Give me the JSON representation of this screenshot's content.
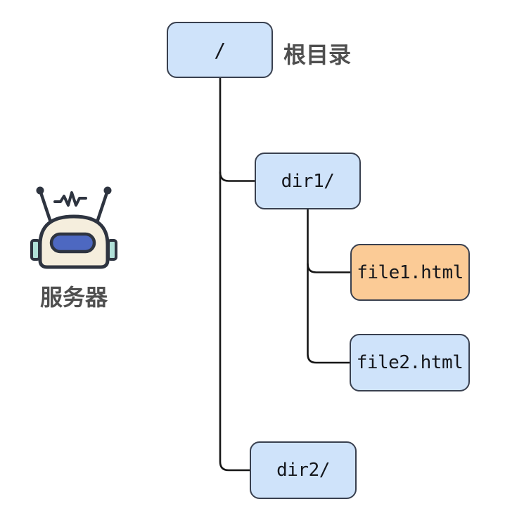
{
  "diagram_type": "file-system-tree",
  "server": {
    "label": "服务器",
    "icon": "robot-server-icon"
  },
  "tree": {
    "root": {
      "label": "/",
      "annotation": "根目录",
      "children": [
        "dir1",
        "dir2"
      ]
    },
    "dir1": {
      "label": "dir1/",
      "children": [
        "file1",
        "file2"
      ]
    },
    "file1": {
      "label": "file1.html",
      "highlighted": true
    },
    "file2": {
      "label": "file2.html",
      "highlighted": false
    },
    "dir2": {
      "label": "dir2/",
      "children": []
    }
  },
  "colors": {
    "node_fill": "#cfe3fa",
    "node_highlight_fill": "#fbcb96",
    "node_border": "#39404f",
    "connector": "#161616",
    "annotation_text": "#4f4f4f",
    "robot_head_fill": "#f5eedd",
    "robot_visor_fill": "#4d68c1",
    "robot_ear_fill": "#b0e0d8",
    "robot_outline": "#2e3440"
  }
}
